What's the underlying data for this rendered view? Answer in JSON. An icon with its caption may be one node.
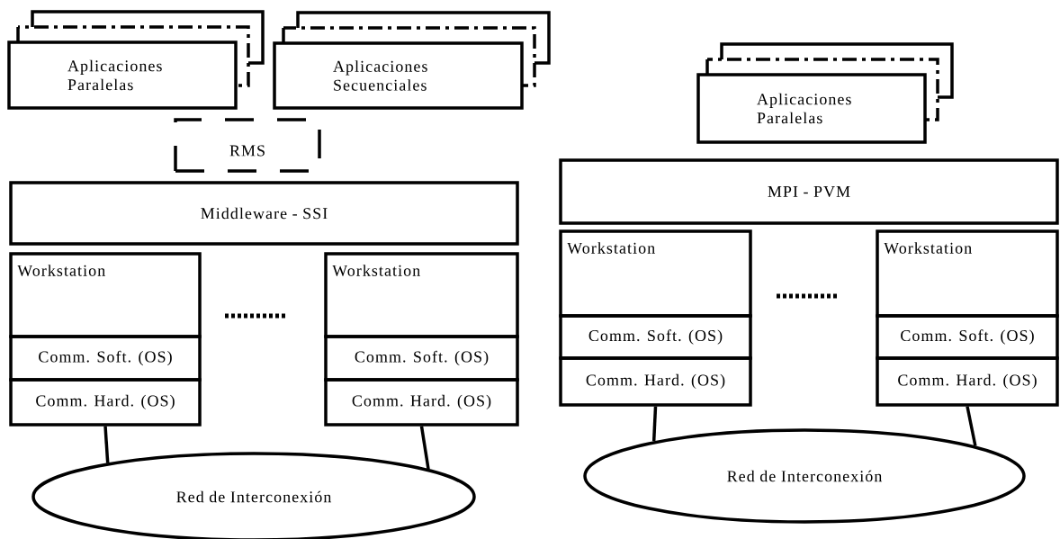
{
  "diagram": {
    "nodes": [
      {
        "text": [
          "Aplicaciones Paralelas"
        ]
      },
      {
        "text": [
          "Aplicaciones Secuenciales"
        ]
      },
      {
        "text": [
          "RMS"
        ]
      },
      {
        "text": [
          "Middleware - SSI"
        ]
      },
      {
        "text": [
          "Workstation"
        ]
      },
      {
        "text": [
          "Comm. Soft. (OS)"
        ]
      },
      {
        "text": [
          "Comm. Hard. (OS)"
        ]
      },
      {
        "text": [
          "Workstation"
        ]
      },
      {
        "text": [
          "Comm. Soft. (OS)"
        ]
      },
      {
        "text": [
          "Comm. Hard. (OS)"
        ]
      },
      {
        "text": [
          "Red de Interconexión"
        ]
      },
      {
        "text": [
          "Aplicaciones Paralelas"
        ]
      },
      {
        "text": [
          "MPI - PVM"
        ]
      },
      {
        "text": [
          "Workstation"
        ]
      },
      {
        "text": [
          "Comm. Soft. (OS)"
        ]
      },
      {
        "text": [
          "Comm. Hard. (OS)"
        ]
      },
      {
        "text": [
          "Workstation"
        ]
      },
      {
        "text": [
          "Comm. Soft. (OS)"
        ]
      },
      {
        "text": [
          "Comm. Hard. (OS)"
        ]
      },
      {
        "text": [
          "Red de Interconexión"
        ]
      }
    ],
    "edges": [
      {
        "from": 6,
        "to": 10,
        "arrow": "none"
      },
      {
        "from": 9,
        "to": 10,
        "arrow": "none"
      },
      {
        "from": 15,
        "to": 19,
        "arrow": "none"
      },
      {
        "from": 18,
        "to": 19,
        "arrow": "none"
      }
    ]
  }
}
